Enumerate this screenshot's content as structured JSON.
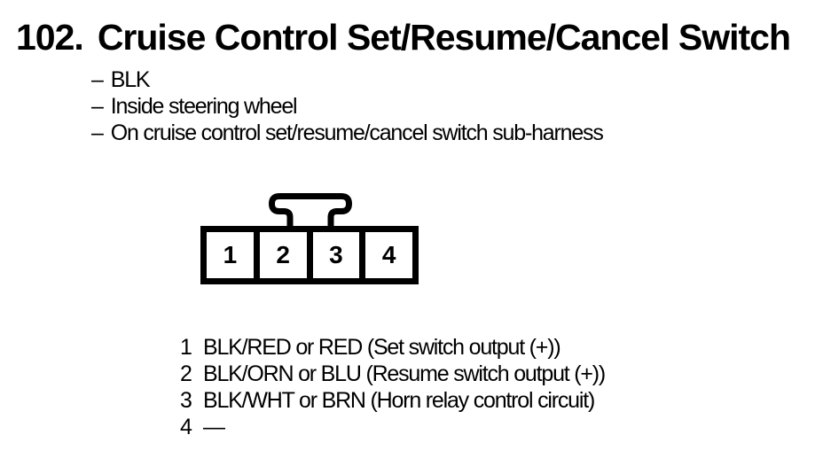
{
  "colors": {
    "ink": "#000000",
    "paper": "#ffffff"
  },
  "header": {
    "number": "102.",
    "title": "Cruise Control Set/Resume/Cancel Switch"
  },
  "notes": {
    "dash": "–",
    "items": [
      "BLK",
      "Inside steering wheel",
      "On cruise control set/resume/cancel switch sub-harness"
    ]
  },
  "connector": {
    "pin_labels": [
      "1",
      "2",
      "3",
      "4"
    ]
  },
  "pinout": [
    {
      "pin": "1",
      "desc": "BLK/RED or RED (Set switch output (+))"
    },
    {
      "pin": "2",
      "desc": "BLK/ORN or BLU (Resume switch output (+))"
    },
    {
      "pin": "3",
      "desc": "BLK/WHT or BRN (Horn relay control circuit)"
    },
    {
      "pin": "4",
      "desc": "—"
    }
  ]
}
